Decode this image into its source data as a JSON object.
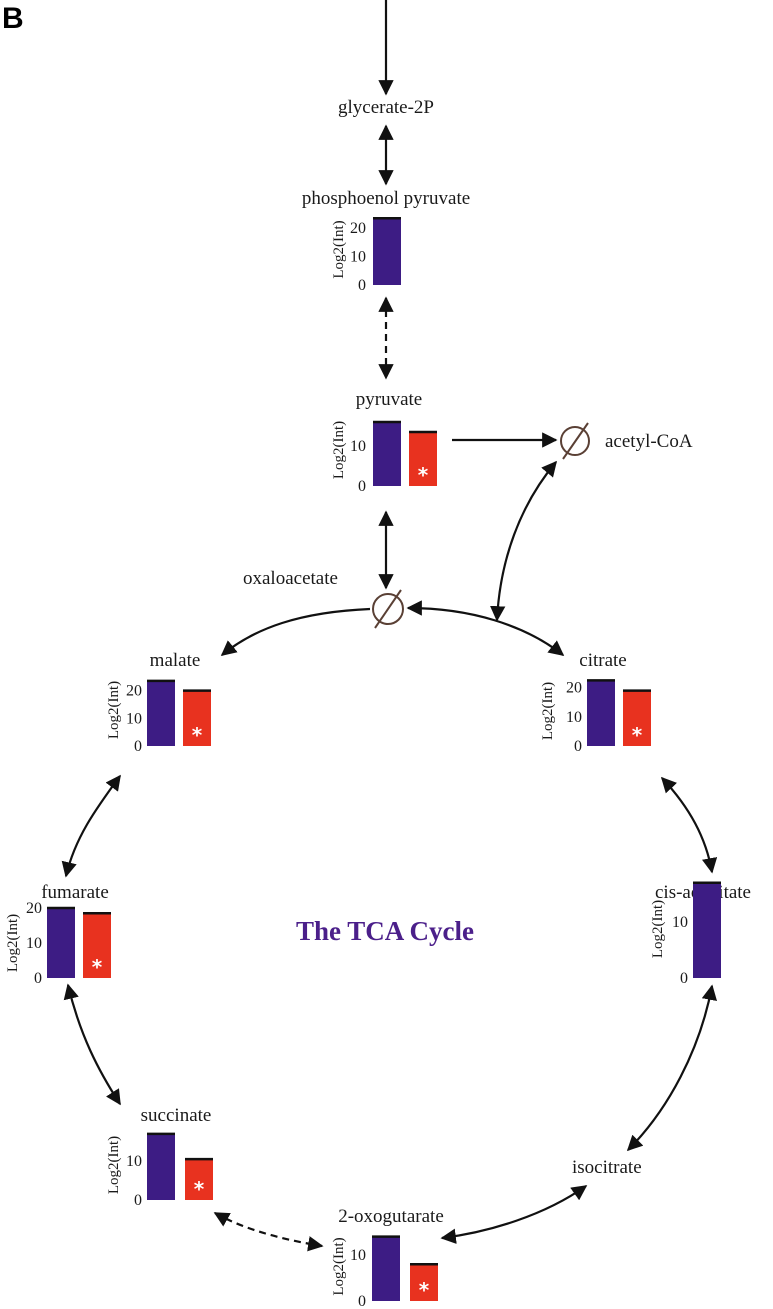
{
  "panel_label": "B",
  "title": "The TCA Cycle",
  "colors": {
    "control": "#3d1c84",
    "treated": "#e8321f",
    "title": "#4b1f8a",
    "arrow": "#111111",
    "empty_set": "#5a4035"
  },
  "ylabel": "Log2(Int)",
  "metabolites": [
    {
      "id": "glycerate2p",
      "label": "glycerate-2P"
    },
    {
      "id": "pep",
      "label": "phosphoenol pyruvate",
      "ticks": [
        "0",
        "10",
        "20"
      ],
      "ymax": 25,
      "values": [
        23.5
      ]
    },
    {
      "id": "pyruvate",
      "label": "pyruvate",
      "ticks": [
        "0",
        "10"
      ],
      "ymax": 18,
      "values": [
        16,
        13.5
      ],
      "significant": [
        false,
        true
      ]
    },
    {
      "id": "acetylcoa",
      "label": "acetyl-CoA"
    },
    {
      "id": "oxaloacetate",
      "label": "oxaloacetate"
    },
    {
      "id": "malate",
      "label": "malate",
      "ticks": [
        "0",
        "10",
        "20"
      ],
      "ymax": 26,
      "values": [
        23.5,
        20
      ],
      "significant": [
        false,
        true
      ]
    },
    {
      "id": "citrate",
      "label": "citrate",
      "ticks": [
        "0",
        "10",
        "20"
      ],
      "ymax": 24,
      "values": [
        22.5,
        19
      ],
      "significant": [
        false,
        true
      ]
    },
    {
      "id": "fumarate",
      "label": "fumarate",
      "ticks": [
        "0",
        "10",
        "20"
      ],
      "ymax": 20,
      "values": [
        20,
        18.5
      ],
      "significant": [
        false,
        true
      ]
    },
    {
      "id": "cisaconitate",
      "label": "cis-aconitate",
      "ticks": [
        "0",
        "10"
      ],
      "ymax": 17.5,
      "values": [
        17
      ]
    },
    {
      "id": "succinate",
      "label": "succinate",
      "ticks": [
        "0",
        "10"
      ],
      "ymax": 18,
      "values": [
        17,
        10.5
      ],
      "significant": [
        false,
        true
      ]
    },
    {
      "id": "isocitrate",
      "label": "isocitrate"
    },
    {
      "id": "oxoglutarate",
      "label": "2-oxogutarate",
      "ticks": [
        "0",
        "10"
      ],
      "ymax": 15,
      "values": [
        14,
        8
      ],
      "significant": [
        false,
        true
      ]
    }
  ],
  "significance_mark": "*"
}
